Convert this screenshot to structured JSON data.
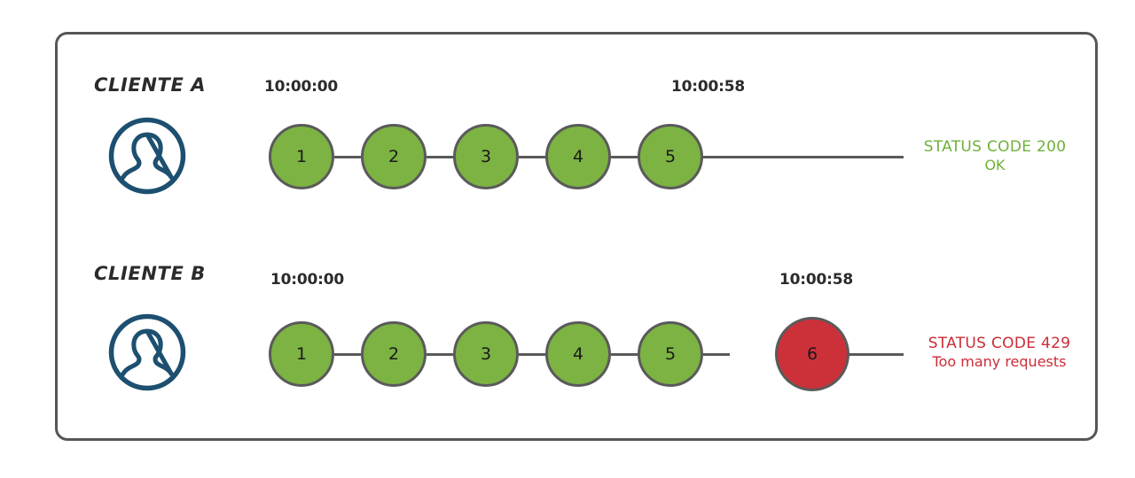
{
  "diagram": {
    "title_present": false,
    "colors": {
      "frame": "#565656",
      "node_ok": "#7CB342",
      "node_error": "#CC3139",
      "node_border": "#5a5a5a",
      "avatar": "#1D4F70",
      "status_ok": "#6FB03A",
      "status_error": "#CC2B36",
      "connector": "#5a5a5a"
    }
  },
  "rows": [
    {
      "id": "client-a",
      "label": "CLIENTE A",
      "avatar_icon": "user-circle-icon",
      "timestamp_start": "10:00:00",
      "timestamp_end": "10:00:58",
      "nodes": [
        {
          "label": "1",
          "state": "ok"
        },
        {
          "label": "2",
          "state": "ok"
        },
        {
          "label": "3",
          "state": "ok"
        },
        {
          "label": "4",
          "state": "ok"
        },
        {
          "label": "5",
          "state": "ok"
        }
      ],
      "status": {
        "state": "ok",
        "code": "STATUS CODE 200",
        "message": "OK"
      }
    },
    {
      "id": "client-b",
      "label": "CLIENTE B",
      "avatar_icon": "user-circle-icon",
      "timestamp_start": "10:00:00",
      "timestamp_end": "10:00:58",
      "nodes": [
        {
          "label": "1",
          "state": "ok"
        },
        {
          "label": "2",
          "state": "ok"
        },
        {
          "label": "3",
          "state": "ok"
        },
        {
          "label": "4",
          "state": "ok"
        },
        {
          "label": "5",
          "state": "ok"
        },
        {
          "label": "6",
          "state": "error"
        }
      ],
      "status": {
        "state": "error",
        "code": "STATUS CODE 429",
        "message": "Too many requests"
      }
    }
  ]
}
